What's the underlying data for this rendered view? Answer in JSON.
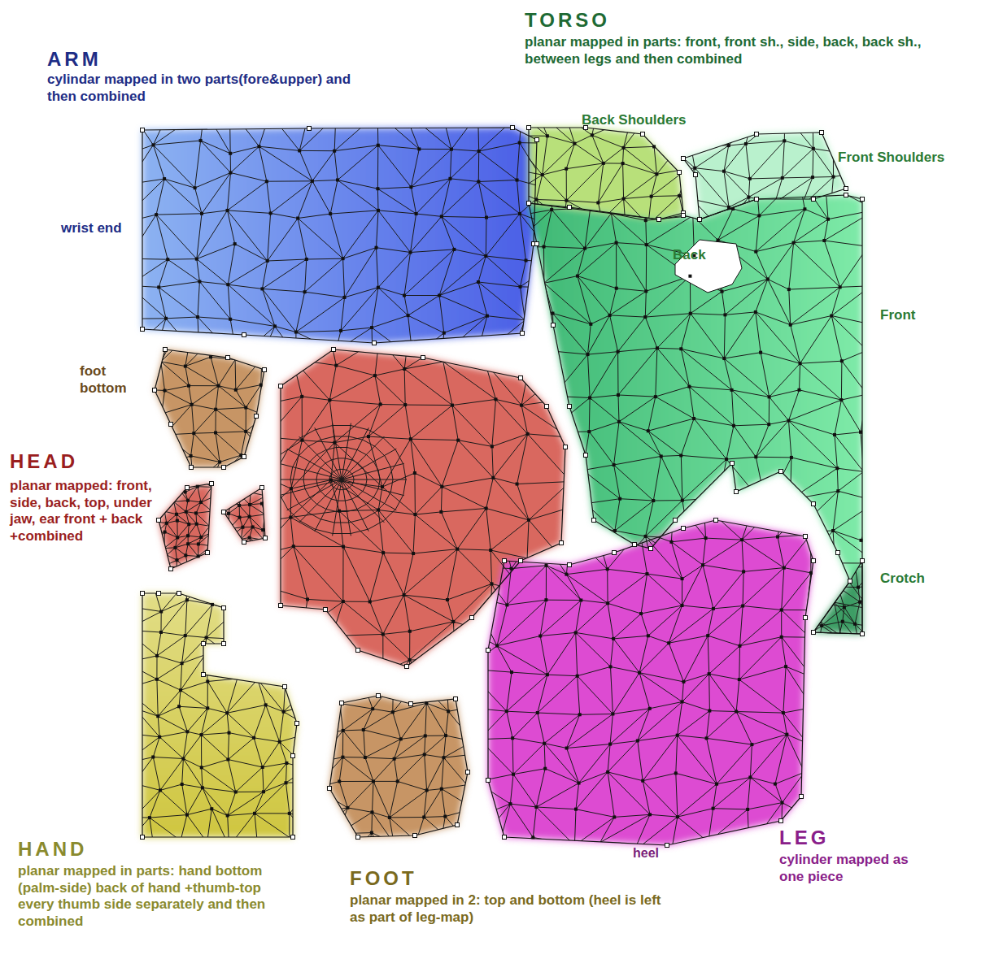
{
  "diagram": {
    "labels": [
      "ARM",
      "cylindar mapped in two parts(fore&upper) and then combined",
      "TORSO",
      "planar mapped in parts: front, front sh., side, back, back sh., between legs and then combined",
      "Back Shoulders",
      "Front Shoulders",
      "wrist end",
      "Back",
      "Front",
      "foot bottom",
      "HEAD",
      "planar mapped: front, side, back, top, under jaw, ear front + back +combined",
      "Crotch",
      "heel",
      "LEG",
      "cylinder mapped as one piece",
      "HAND",
      "planar mapped in parts: hand bottom (palm-side) back of hand +thumb-top every thumb side separately and then combined",
      "FOOT",
      "planar mapped in 2: top and bottom (heel is left as part of leg-map)"
    ]
  }
}
